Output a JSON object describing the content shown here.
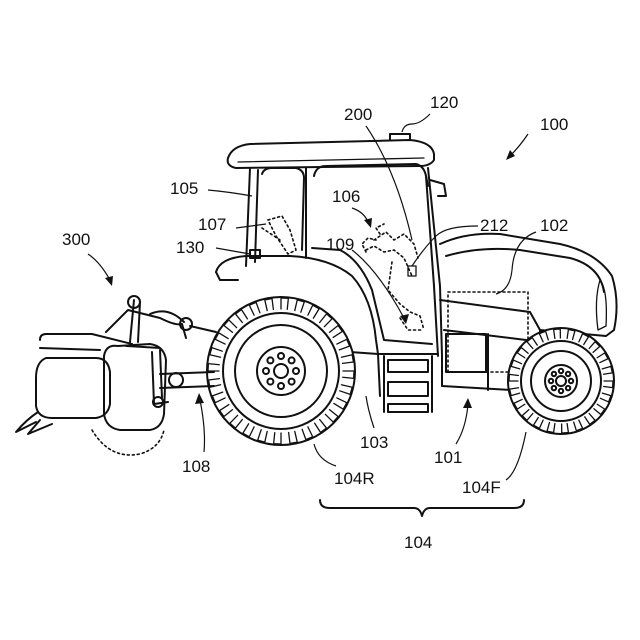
{
  "figure": {
    "labels": {
      "l100": "100",
      "l101": "101",
      "l102": "102",
      "l103": "103",
      "l104": "104",
      "l104R": "104R",
      "l104F": "104F",
      "l105": "105",
      "l106": "106",
      "l107": "107",
      "l108": "108",
      "l109": "109",
      "l120": "120",
      "l130": "130",
      "l200": "200",
      "l212": "212",
      "l300": "300"
    }
  }
}
